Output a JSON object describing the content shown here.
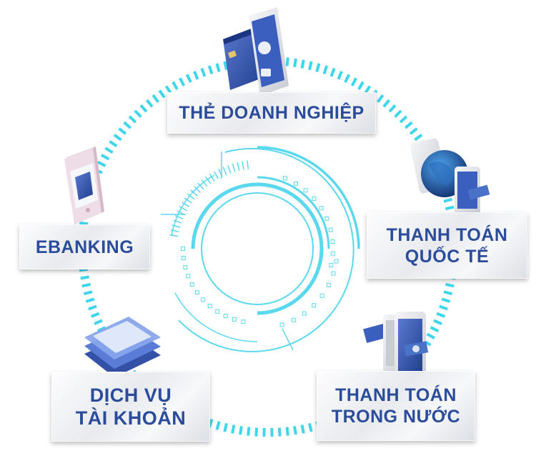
{
  "labels": {
    "the_doanh_nghiep": "THẺ DOANH NGHIỆP",
    "thanh_toan_quoc_te": [
      "THANH TOÁN",
      "QUỐC TẾ"
    ],
    "ebanking": "EBANKING",
    "dich_vu_tai_khoan": [
      "DỊCH VỤ",
      "TÀI KHOẢN"
    ],
    "thanh_toan_trong_nuoc": [
      "THANH TOÁN",
      "TRONG NƯỚC"
    ]
  },
  "colors": {
    "ring": "#3fd6ec",
    "inner_ring": "#5ad8ee",
    "label_text": "#2b4c9b",
    "device_blue": "#2f52a8",
    "phone_pink": "#e8d3dd",
    "phone_silver": "#e4e6ea"
  },
  "icons": [
    "credit-card-phone-icon",
    "globe-phone-icon",
    "phone-icon",
    "layered-screens-icon",
    "phones-money-icon"
  ]
}
